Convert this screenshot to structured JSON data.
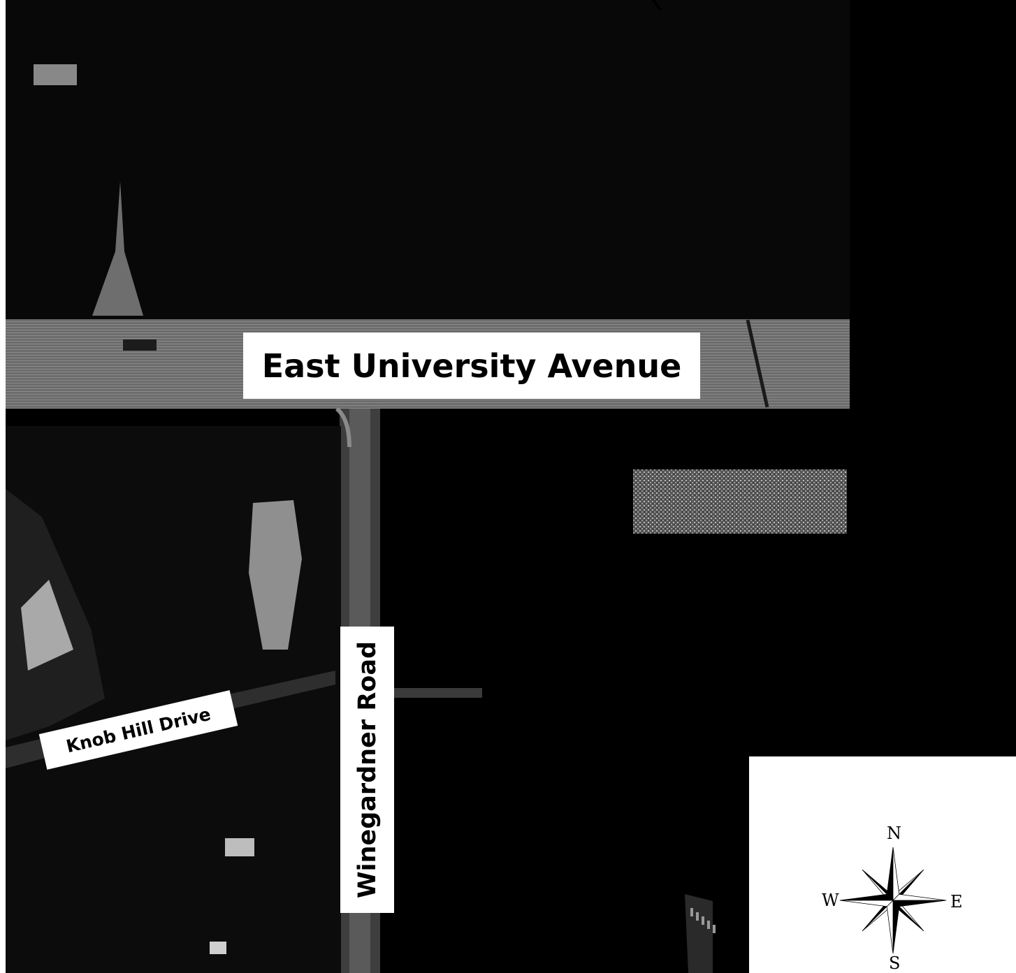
{
  "map": {
    "labels": {
      "east_university": "East University Avenue",
      "winegardner": "Winegardner Road",
      "knob_hill": "Knob Hill Drive"
    },
    "compass": {
      "n": "N",
      "s": "S",
      "e": "E",
      "w": "W"
    },
    "colors": {
      "label_bg": "#ffffff",
      "label_text": "#000000",
      "background": "#000000",
      "road": "#7a7a7a"
    }
  }
}
